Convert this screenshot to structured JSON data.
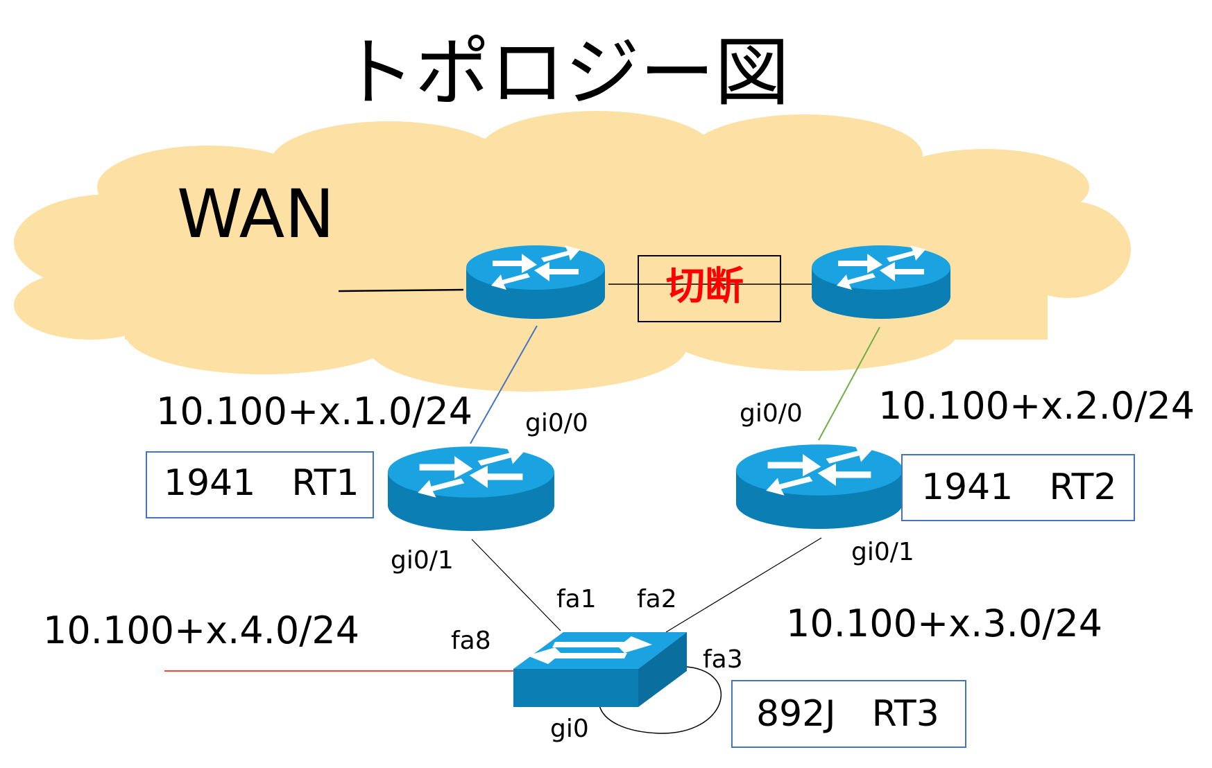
{
  "title": "トポロジー図",
  "wan_label": "WAN",
  "cut_label": "切断",
  "subnets": {
    "net1": "10.100+x.1.0/24",
    "net2": "10.100+x.2.0/24",
    "net3": "10.100+x.3.0/24",
    "net4": "10.100+x.4.0/24"
  },
  "devices": {
    "rt1": "1941　RT1",
    "rt2": "1941　RT2",
    "rt3": "892J　RT3"
  },
  "ports": {
    "rt1_gi00": "gi0/0",
    "rt1_gi01": "gi0/1",
    "rt2_gi00": "gi0/0",
    "rt2_gi01": "gi0/1",
    "sw_fa1": "fa1",
    "sw_fa2": "fa2",
    "sw_fa3": "fa3",
    "sw_fa8": "fa8",
    "sw_gi0": "gi0"
  },
  "colors": {
    "cloud": "#fde1a4",
    "router_top": "#1aa3e0",
    "router_side": "#0b7fb4",
    "link_rt1_wan": "#4472c4",
    "link_rt2_wan": "#70ad47",
    "link_fa8": "#ff0000",
    "device_box": "#4472c4",
    "cut_text": "#ff0000"
  }
}
